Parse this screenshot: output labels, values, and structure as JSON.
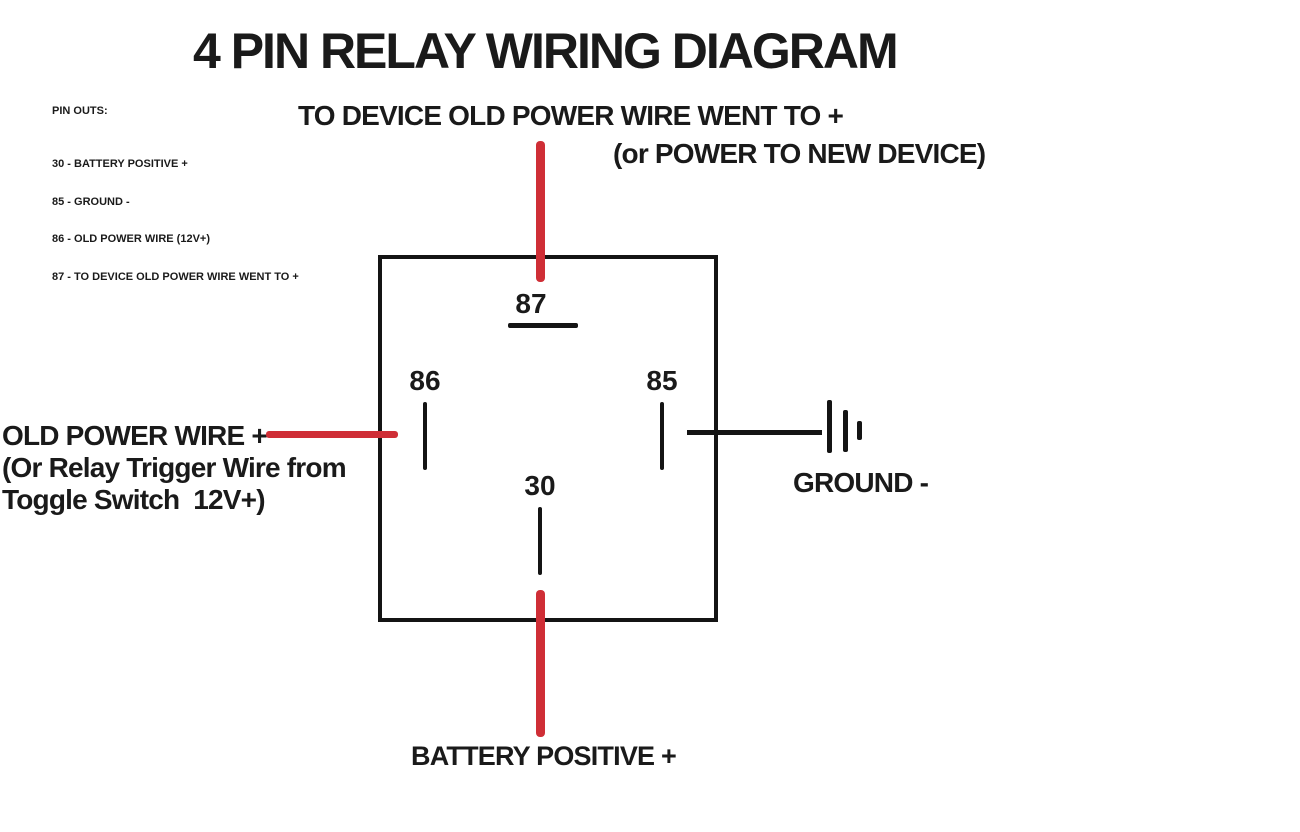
{
  "title": "4 PIN RELAY WIRING DIAGRAM",
  "pinouts": {
    "heading": "PIN OUTS:",
    "items": [
      "30 - BATTERY POSITIVE +",
      "85 - GROUND -",
      "86 - OLD POWER WIRE (12V+)",
      "87 - TO DEVICE OLD POWER WIRE WENT TO +"
    ]
  },
  "labels": {
    "pin87_wire_line1": "TO DEVICE OLD POWER WIRE WENT TO +",
    "pin87_wire_line2": "(or POWER TO NEW DEVICE)",
    "pin86_wire_line1": "OLD POWER WIRE +",
    "pin86_wire_line2": "(Or Relay Trigger Wire from",
    "pin86_wire_line3": "Toggle Switch  12V+)",
    "pin85_wire": "GROUND -",
    "pin30_wire": "BATTERY POSITIVE +"
  },
  "pins": {
    "p87": "87",
    "p86": "86",
    "p85": "85",
    "p30": "30"
  },
  "colors": {
    "wire_red": "#cf2e36",
    "line_black": "#141414",
    "text_black": "#1a1a1a",
    "background": "#ffffff"
  }
}
